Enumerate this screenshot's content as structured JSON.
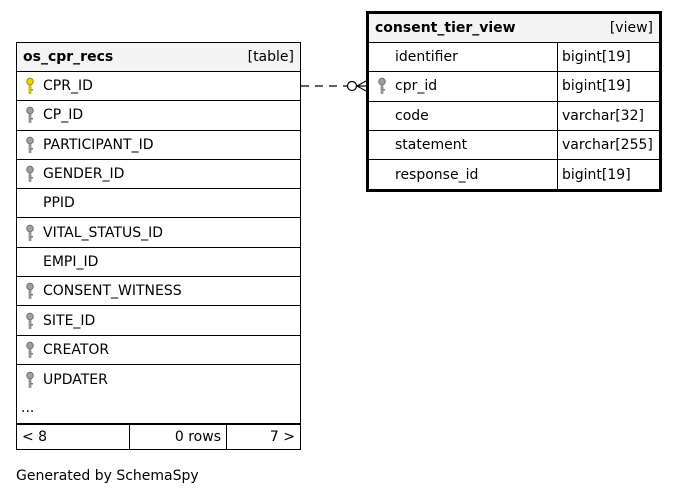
{
  "left_table": {
    "name": "os_cpr_recs",
    "kind": "[table]",
    "columns": [
      {
        "name": "CPR_ID",
        "key": "primary"
      },
      {
        "name": "CP_ID",
        "key": "foreign"
      },
      {
        "name": "PARTICIPANT_ID",
        "key": "foreign"
      },
      {
        "name": "GENDER_ID",
        "key": "foreign"
      },
      {
        "name": "PPID",
        "key": "none"
      },
      {
        "name": "VITAL_STATUS_ID",
        "key": "foreign"
      },
      {
        "name": "EMPI_ID",
        "key": "none"
      },
      {
        "name": "CONSENT_WITNESS",
        "key": "foreign"
      },
      {
        "name": "SITE_ID",
        "key": "foreign"
      },
      {
        "name": "CREATOR",
        "key": "foreign"
      },
      {
        "name": "UPDATER",
        "key": "foreign"
      }
    ],
    "ellipsis": "...",
    "footer": {
      "prev": "< 8",
      "rows": "0 rows",
      "next": "7 >"
    }
  },
  "right_table": {
    "name": "consent_tier_view",
    "kind": "[view]",
    "columns": [
      {
        "name": "identifier",
        "type": "bigint[19]",
        "key": "none"
      },
      {
        "name": "cpr_id",
        "type": "bigint[19]",
        "key": "foreign"
      },
      {
        "name": "code",
        "type": "varchar[32]",
        "key": "none"
      },
      {
        "name": "statement",
        "type": "varchar[255]",
        "key": "none"
      },
      {
        "name": "response_id",
        "type": "bigint[19]",
        "key": "none"
      }
    ]
  },
  "generated_by": "Generated by SchemaSpy",
  "colors": {
    "primary_key": "#e8d800",
    "foreign_key": "#a0a0a0",
    "header_bg": "#f4f4f4"
  }
}
